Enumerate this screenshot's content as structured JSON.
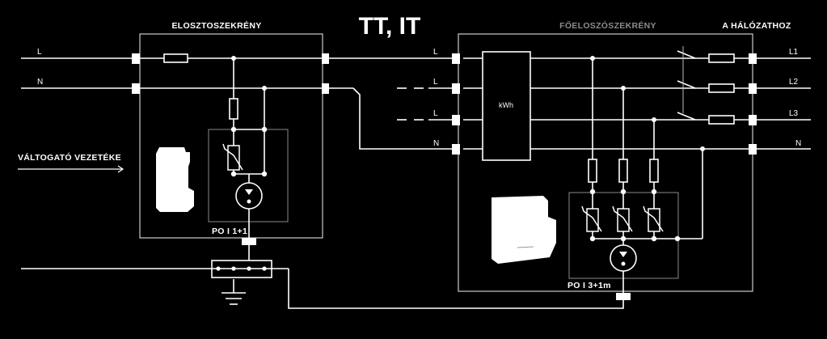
{
  "title": "TT, IT",
  "labels": {
    "distribution_box": "ELOSZTOSZEKRÉNY",
    "main_box": "FŐELOSZÓSZEKRÉNY",
    "to_network": "A HÁLÓZATHOZ",
    "changeover_wire": "VÁLTOGATÓ VEZETÉKE",
    "meter": "kWh",
    "spd_left": "PO I 1+1",
    "spd_right": "PO I 3+1m"
  },
  "wires": {
    "left_L": "L",
    "left_N": "N",
    "mid_L1": "L",
    "mid_L2": "L",
    "mid_L3": "L",
    "mid_N": "N",
    "right_L1": "L1",
    "right_L2": "L2",
    "right_L3": "L3",
    "right_N": "N"
  },
  "colors": {
    "background": "#000000",
    "line": "#ffffff",
    "box_outline": "#bbbbbb",
    "spd_outline": "#8a8a8a",
    "grey_header": "#8c8c8c"
  }
}
